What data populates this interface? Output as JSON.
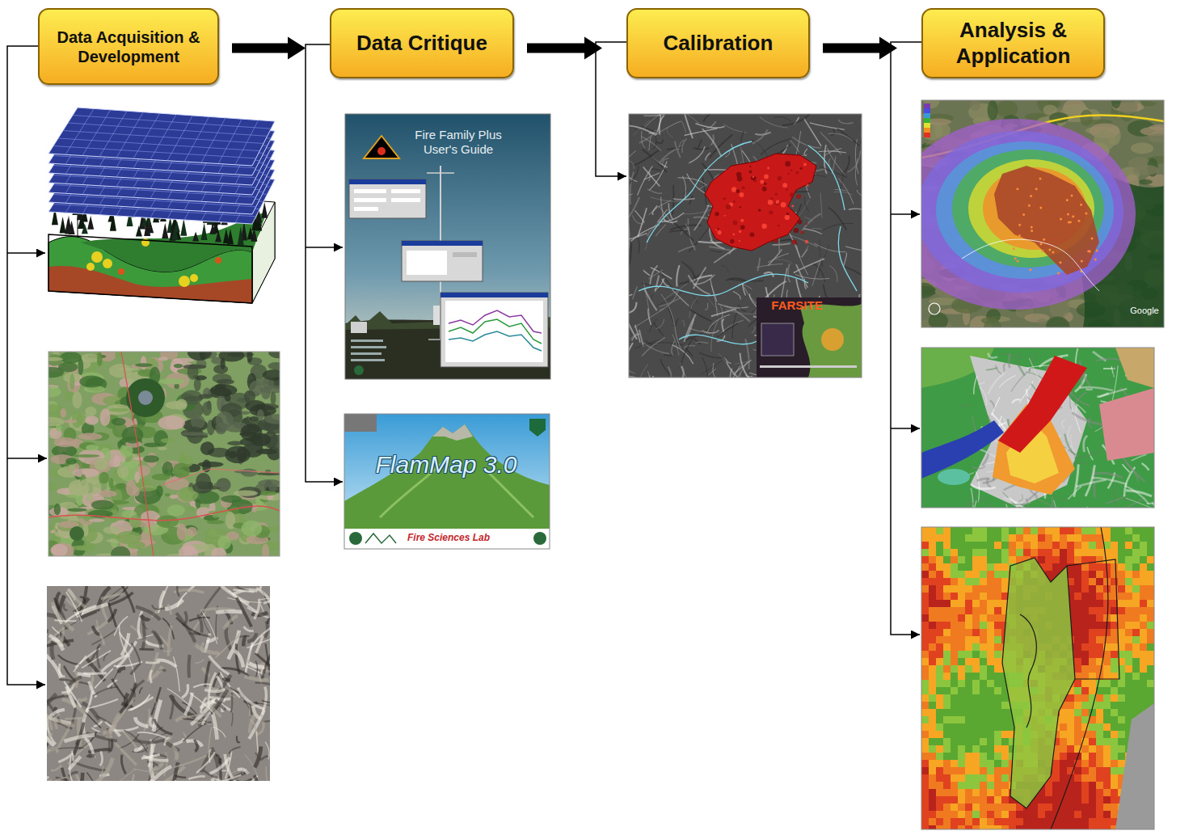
{
  "diagram": {
    "nodes": [
      {
        "text": [
          "Data Acquisition & Development"
        ]
      },
      {
        "text": [
          "Data Critique"
        ]
      },
      {
        "text": [
          "Calibration"
        ]
      },
      {
        "text": [
          "Analysis & Application"
        ]
      }
    ],
    "edges": [
      {
        "from": 0,
        "to": 1,
        "arrow": "to"
      },
      {
        "from": 1,
        "to": 2,
        "arrow": "to"
      },
      {
        "from": 2,
        "to": 3,
        "arrow": "to"
      }
    ],
    "labels": [
      "Fire Family Plus User's Guide",
      "FlamMap 3.0",
      "Fire Sciences Lab",
      "FARSITE",
      "Google"
    ]
  }
}
